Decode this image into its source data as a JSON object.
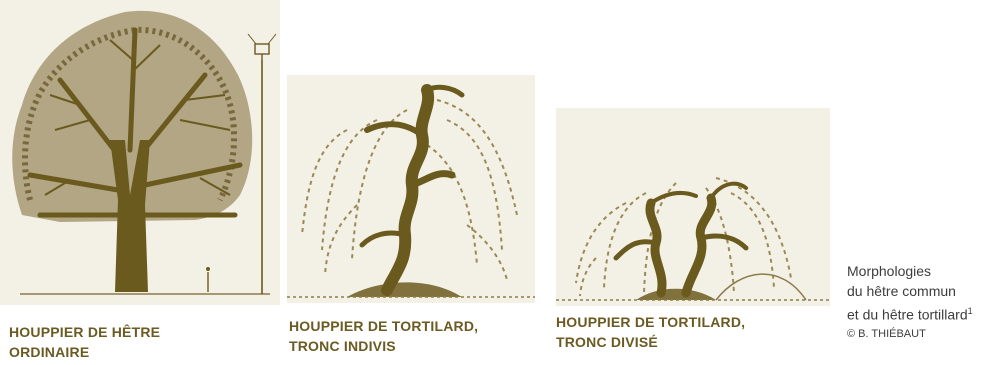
{
  "figures": [
    {
      "caption_line1": "HOUPPIER DE HÊTRE",
      "caption_line2": "ORDINAIRE"
    },
    {
      "caption_line1": "HOUPPIER DE TORTILARD,",
      "caption_line2": "TRONC INDIVIS"
    },
    {
      "caption_line1": "HOUPPIER DE TORTILARD,",
      "caption_line2": "TRONC DIVISÉ"
    }
  ],
  "legend": {
    "line1": "Morphologies",
    "line2": "du hêtre commun",
    "line3": "et du hêtre tortillard",
    "footnote": "1",
    "credit": "© B. THIÉBAUT"
  },
  "colors": {
    "ink": "#6b5a1e",
    "dash": "#9a8a55",
    "caption": "#6b5a22",
    "paper": "#f3f0e6"
  }
}
